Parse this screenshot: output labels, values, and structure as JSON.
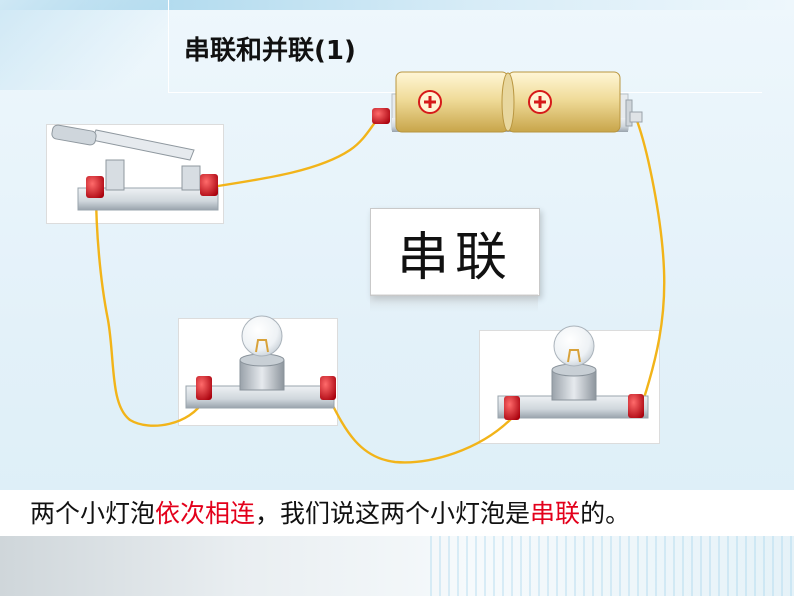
{
  "slide": {
    "title": "串联和并联(1)",
    "label": "串联",
    "caption": {
      "part1": "两个小灯泡",
      "part2": "依次相连",
      "part3": "，我们说这两个小灯泡是",
      "part4": "串联",
      "part5": "的。"
    }
  },
  "colors": {
    "wire": "#f2b419",
    "terminal": "#d9111f",
    "highlight": "#e3001b",
    "battery": "#f0dc9a"
  },
  "components": {
    "battery_cells": [
      "battery-cell-1",
      "battery-cell-2"
    ],
    "bulbs": [
      "bulb-1",
      "bulb-2"
    ],
    "switch": "knife-switch"
  }
}
